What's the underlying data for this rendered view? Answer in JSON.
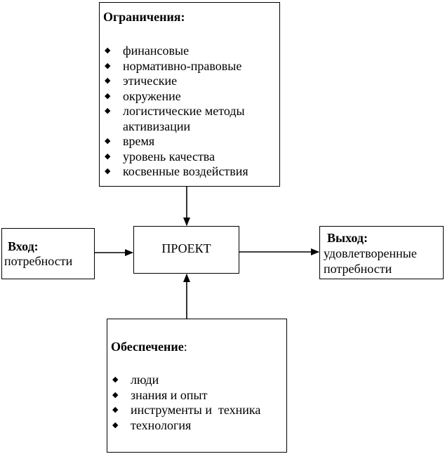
{
  "constraints": {
    "title": "Ограничения:",
    "items": [
      "финансовые",
      "нормативно-правовые",
      "этические",
      "окружение",
      "логистические методы\nактивизации",
      "время",
      "уровень качества",
      "косвенные воздействия"
    ]
  },
  "input": {
    "title": "Вход:",
    "text": "потребности"
  },
  "project": {
    "label": "ПРОЕКТ"
  },
  "output": {
    "title": "Выход:",
    "text": "удовлетворенные\nпотребности"
  },
  "provision": {
    "title": "Обеспечение",
    "colon": ":",
    "items": [
      "люди",
      "знания и опыт",
      "инструменты и  техника",
      "технология"
    ]
  },
  "bullet_glyph": "◆"
}
